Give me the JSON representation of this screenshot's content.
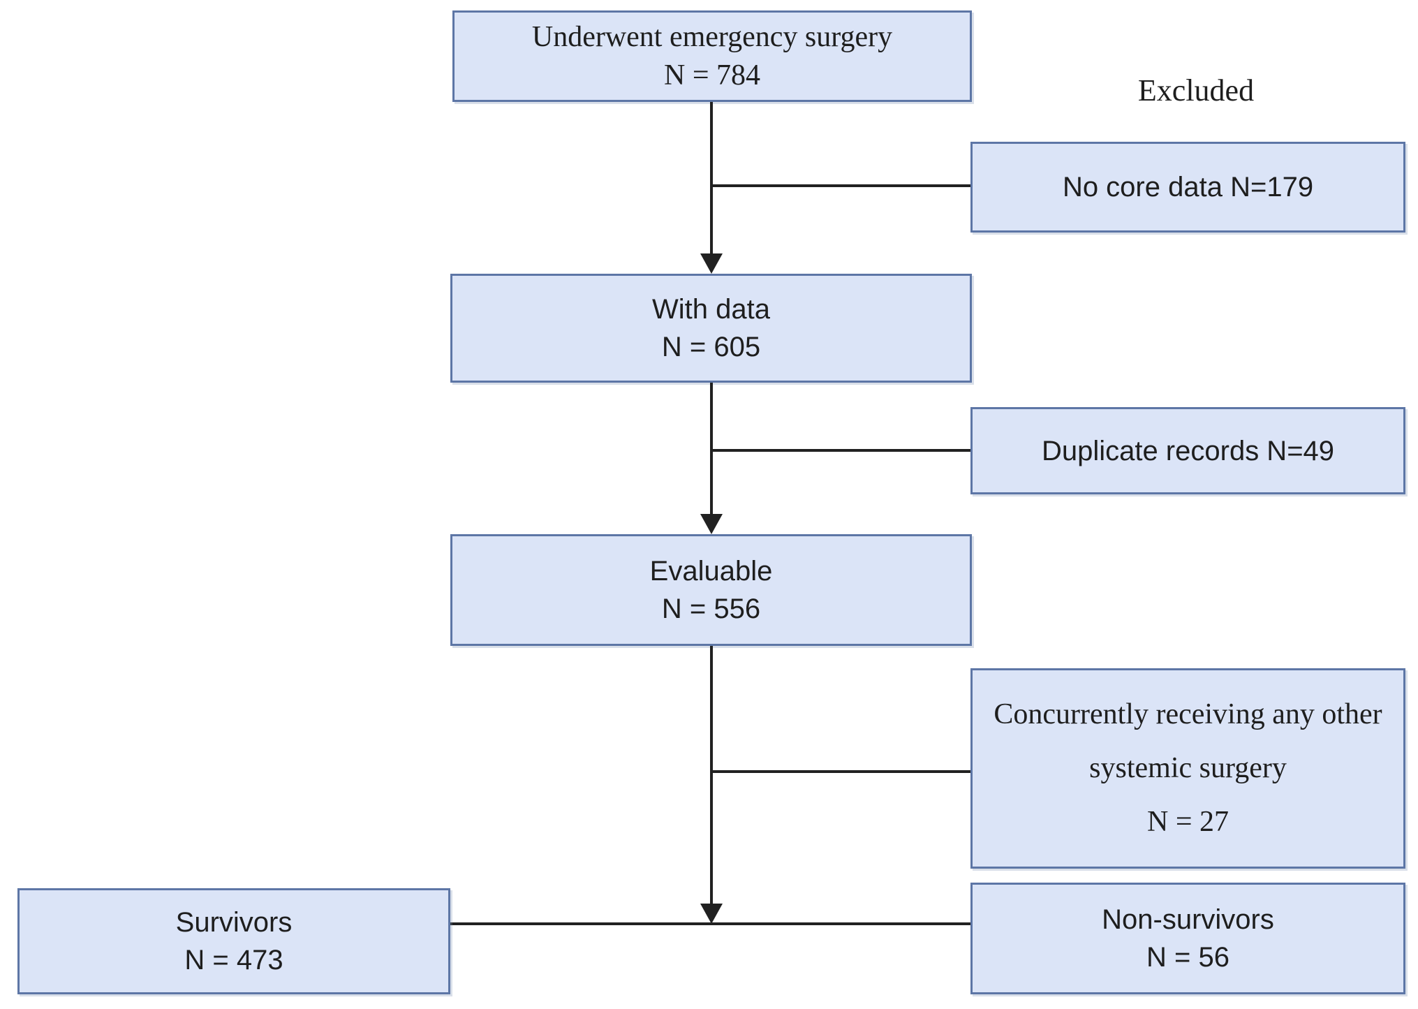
{
  "diagram": {
    "excluded_label": "Excluded",
    "nodes": {
      "underwent": {
        "line1": "Underwent emergency surgery",
        "line2": "N = 784"
      },
      "no_core_data": {
        "line1": "No core data N=179"
      },
      "with_data": {
        "line1": "With data",
        "line2": "N = 605"
      },
      "duplicate_records": {
        "line1": "Duplicate records N=49"
      },
      "evaluable": {
        "line1": "Evaluable",
        "line2": "N = 556"
      },
      "other_surgery": {
        "line1": "Concurrently receiving any other",
        "line2": "systemic surgery",
        "line3": "N = 27"
      },
      "survivors": {
        "line1": "Survivors",
        "line2": "N = 473"
      },
      "non_survivors": {
        "line1": "Non-survivors",
        "line2": "N = 56"
      }
    },
    "colors": {
      "box_fill": "#dbe4f7",
      "box_border": "#5d76a6",
      "line": "#212121",
      "text": "#1e1e1e",
      "background": "#ffffff"
    }
  }
}
